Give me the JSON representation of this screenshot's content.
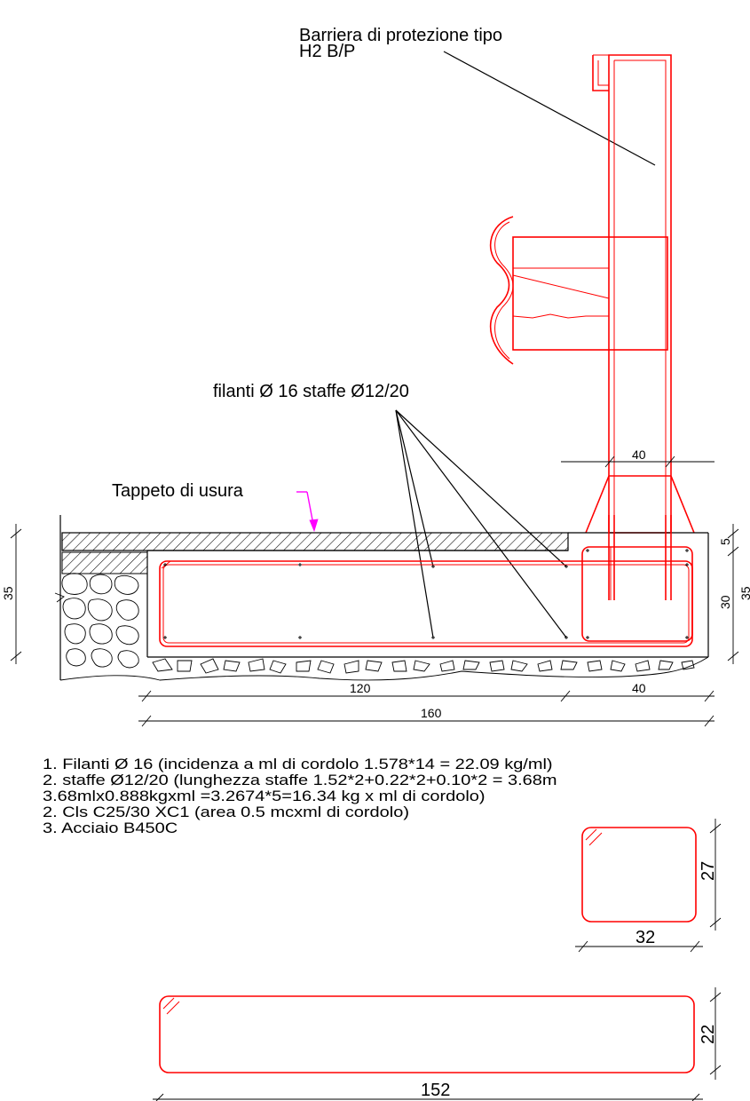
{
  "labels": {
    "barrier_line1": "Barriera di protezione tipo",
    "barrier_line2": "H2 B/P",
    "rebar": "filanti Ø 16 staffe Ø12/20",
    "wear_layer": "Tappeto di usura"
  },
  "dimensions": {
    "d40_top": "40",
    "d35": "35",
    "d5": "5",
    "d30": "30",
    "d35_right": "35",
    "d120": "120",
    "d40_bottom": "40",
    "d160": "160",
    "d27": "27",
    "d32": "32",
    "d22": "22",
    "d152": "152"
  },
  "notes": [
    "1.    Filanti Ø 16 (incidenza a ml di cordolo 1.578*14 = 22.09 kg/ml)",
    "2.    staffe Ø12/20 (lunghezza staffe 1.52*2+0.22*2+0.10*2 = 3.68m",
    "3.68mlx0.888kgxml =3.2674*5=16.34 kg x ml di cordolo)",
    "2.    Cls C25/30 XC1 (area 0.5 mcxml di cordolo)",
    "3.    Acciaio B450C"
  ],
  "colors": {
    "barrier": "#ff0000",
    "rebar": "#ff0000",
    "linework": "#000000",
    "leader_wear": "#ff00ff",
    "background": "#ffffff"
  }
}
